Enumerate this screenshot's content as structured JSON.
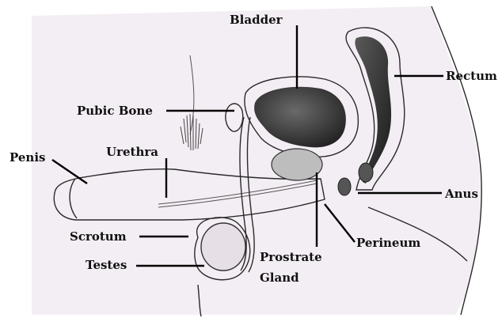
{
  "labels": {
    "bladder": "Bladder",
    "rectum": "Rectum",
    "pubic_bone": "Pubic Bone",
    "penis": "Penis",
    "urethra": "Urethra",
    "anus": "Anus",
    "scrotum": "Scrotum",
    "perineum": "Perineum",
    "testes": "Testes",
    "prostate_line1": "Prostrate",
    "prostate_line2": "Gland"
  },
  "colors": {
    "body_fill": "#f3eef3",
    "organ_dark": "#3a3a3a",
    "organ_mid": "#8a8a8a",
    "line": "#000000"
  }
}
